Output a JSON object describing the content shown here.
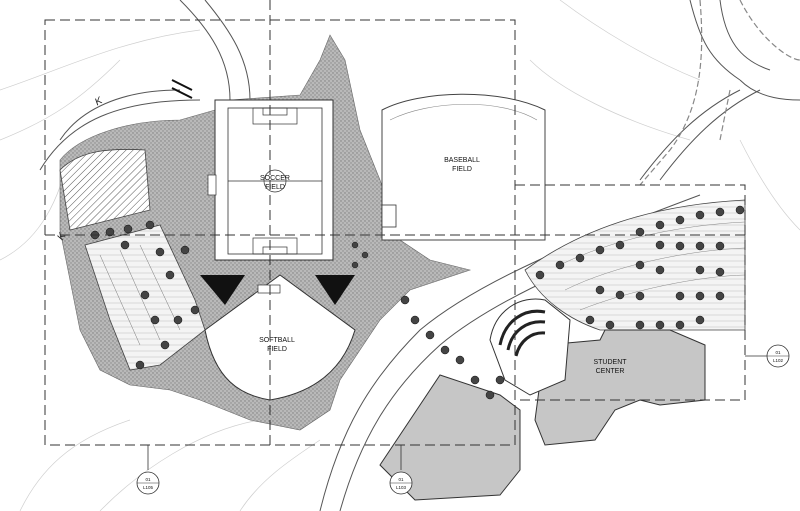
{
  "labels": {
    "soccer": [
      "SOCCER",
      "FIELD"
    ],
    "baseball": [
      "BASEBALL",
      "FIELD"
    ],
    "softball": [
      "SOFTBALL",
      "FIELD"
    ],
    "student_center": [
      "STUDENT",
      "CENTER"
    ]
  },
  "section_markers": [
    {
      "id": "L105",
      "num": "01",
      "sheet": "L105"
    },
    {
      "id": "L103",
      "num": "01",
      "sheet": "L103"
    },
    {
      "id": "L102",
      "num": "01",
      "sheet": "L102"
    }
  ],
  "key_marks": [
    "K",
    "K"
  ],
  "colors": {
    "hatch": "#9a9a9a",
    "building": "#c4c4c4",
    "line": "#222222",
    "trees": "#444444"
  }
}
